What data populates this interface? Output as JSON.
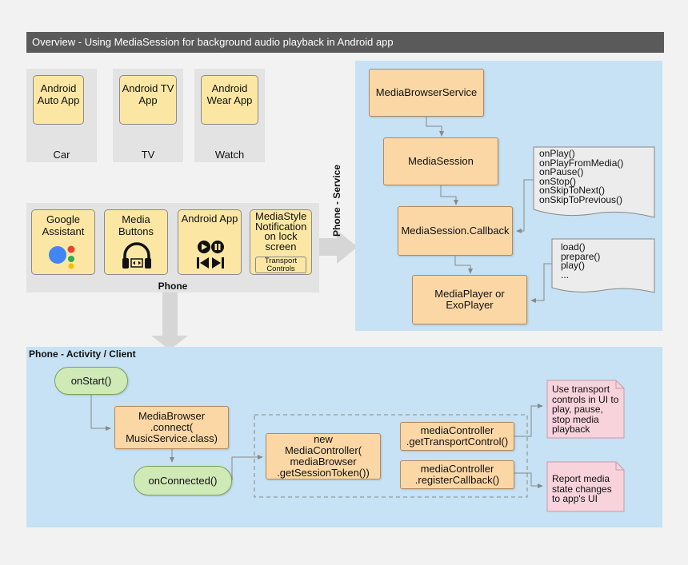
{
  "title": "Overview - Using MediaSession for background audio playback in Android app",
  "devices": [
    {
      "app": "Android Auto App",
      "label": "Car"
    },
    {
      "app": "Android TV App",
      "label": "TV"
    },
    {
      "app": "Android Wear App",
      "label": "Watch"
    }
  ],
  "phone": {
    "label": "Phone",
    "apps": [
      {
        "label": "Google Assistant",
        "icon": "google-assistant-icon"
      },
      {
        "label": "Media Buttons",
        "icon": "headphones-icon"
      },
      {
        "label": "Android App",
        "icon": "media-controls-icon"
      },
      {
        "label": "MediaStyle Notification on lock screen",
        "button": "Transport Controls"
      }
    ]
  },
  "service": {
    "title": "Phone - Service",
    "browser_service": "MediaBrowserService",
    "session": "MediaSession",
    "callback": "MediaSession.Callback",
    "player": "MediaPlayer or ExoPlayer",
    "callback_methods": [
      "onPlay()",
      "onPlayFromMedia()",
      "onPause()",
      "onStop()",
      "onSkipToNext()",
      "onSkipToPrevious()"
    ],
    "player_methods": [
      "load()",
      "prepare()",
      "play()",
      "..."
    ]
  },
  "client": {
    "title": "Phone - Activity / Client",
    "on_start": "onStart()",
    "connect": "MediaBrowser .connect( MusicService.class)",
    "on_connected": "onConnected()",
    "new_controller": "new MediaController( mediaBrowser .getSessionToken())",
    "transport": "mediaController .getTransportControl()",
    "register": "mediaController .registerCallback()",
    "note_transport": "Use transport controls in UI to play, pause, stop media playback",
    "note_report": "Report media state changes to app's UI"
  },
  "colors": {
    "title_bar": "#5a5a5a",
    "blue_panel": "#c6e2f4",
    "app_box": "#fbe7a3",
    "process_box": "#fbd7a5",
    "start_node": "#cfe9b7",
    "note": "#f8d3dc"
  }
}
